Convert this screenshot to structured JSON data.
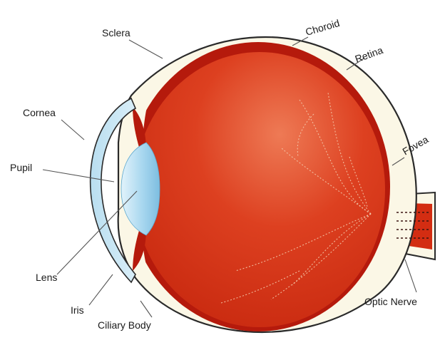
{
  "labels": {
    "sclera": "Sclera",
    "choroid": "Choroid",
    "retina": "Retina",
    "cornea": "Cornea",
    "pupil": "Pupil",
    "fovea": "Fovea",
    "lens": "Lens",
    "iris": "Iris",
    "optic_nerve": "Optic Nerve",
    "ciliary_body": "Ciliary Body"
  },
  "colors": {
    "sclera_fill": "#fbf7e6",
    "outline": "#2a2a2a",
    "choroid": "#b51a0c",
    "retina": "#d83515",
    "cornea": "#c9e6f4",
    "lens": "#9cd0ec",
    "vein": "#f3c7a8"
  }
}
